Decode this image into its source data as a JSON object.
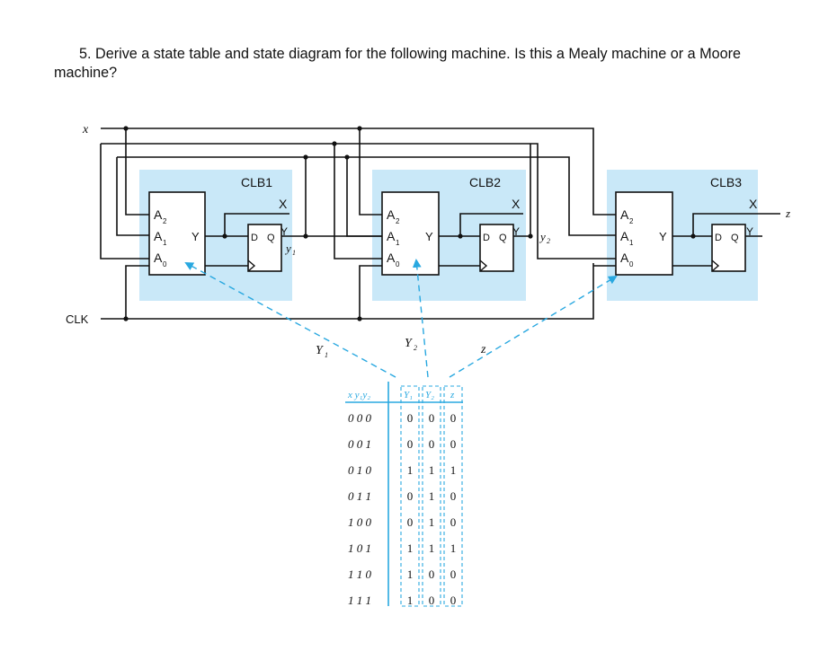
{
  "question": {
    "number": "5.",
    "text": "Derive a state table and state diagram for the following machine.  Is this a Mealy machine or a Moore machine?"
  },
  "inputs": {
    "x": "x",
    "clk": "CLK"
  },
  "blocks": [
    {
      "name": "CLB1",
      "out_x": "X",
      "out_y": "Y",
      "in_a2": "A",
      "in_a1": "A",
      "in_a0": "A",
      "sub2": "2",
      "sub1": "1",
      "sub0": "0",
      "lut_y": "Y",
      "ff_d": "D",
      "ff_q": "Q",
      "state": "y",
      "state_sub": "1"
    },
    {
      "name": "CLB2",
      "out_x": "X",
      "out_y": "Y",
      "in_a2": "A",
      "in_a1": "A",
      "in_a0": "A",
      "sub2": "2",
      "sub1": "1",
      "sub0": "0",
      "lut_y": "Y",
      "ff_d": "D",
      "ff_q": "Q",
      "state": "y",
      "state_sub": "2"
    },
    {
      "name": "CLB3",
      "out_x": "X",
      "out_y": "Y",
      "in_a2": "A",
      "in_a1": "A",
      "in_a0": "A",
      "sub2": "2",
      "sub1": "1",
      "sub0": "0",
      "lut_y": "Y",
      "ff_d": "D",
      "ff_q": "Q",
      "output": "z"
    }
  ],
  "pointer_labels": {
    "y1": "Y",
    "y1_sub": "1",
    "y2": "Y",
    "y2_sub": "2",
    "z": "z"
  },
  "truth_table": {
    "headers": {
      "inputs": "x y₁y₂",
      "Y1": "Y₁",
      "Y2": "Y₂",
      "z": "z"
    },
    "rows": [
      {
        "in": "0 0 0",
        "Y1": "0",
        "Y2": "0",
        "z": "0"
      },
      {
        "in": "0 0 1",
        "Y1": "0",
        "Y2": "0",
        "z": "0"
      },
      {
        "in": "0 1 0",
        "Y1": "1",
        "Y2": "1",
        "z": "1"
      },
      {
        "in": "0 1 1",
        "Y1": "0",
        "Y2": "1",
        "z": "0"
      },
      {
        "in": "1 0 0",
        "Y1": "0",
        "Y2": "1",
        "z": "0"
      },
      {
        "in": "1 0 1",
        "Y1": "1",
        "Y2": "1",
        "z": "1"
      },
      {
        "in": "1 1 0",
        "Y1": "1",
        "Y2": "0",
        "z": "0"
      },
      {
        "in": "1 1 1",
        "Y1": "1",
        "Y2": "0",
        "z": "0"
      }
    ]
  },
  "colors": {
    "clb_fill": "#c9e8f8",
    "accent": "#29a8e0",
    "wire": "#111111"
  }
}
